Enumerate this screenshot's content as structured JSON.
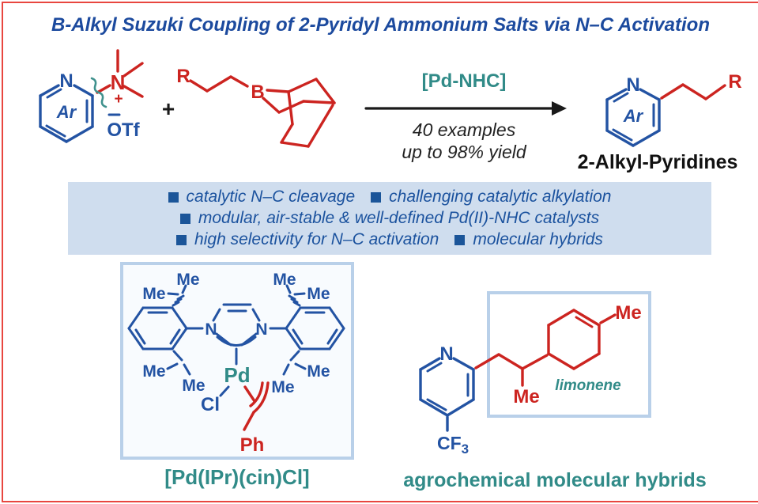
{
  "title": "B-Alkyl Suzuki Coupling of 2-Pyridyl Ammonium Salts via N–C Activation",
  "colors": {
    "accent_blue": "#1c4a9e",
    "structure_blue": "#2353a3",
    "structure_red": "#cc2420",
    "teal": "#318b88",
    "highlight_bg": "#cfddee",
    "frame_red": "#e8463f",
    "panel_border": "#b9d0e9"
  },
  "scheme": {
    "reactant1": {
      "ring_nitrogen": "N",
      "aryl": "Ar",
      "ammonium_nitrogen": "N",
      "plus_charge": "+",
      "counterion": "OTf"
    },
    "plus_sign": "+",
    "reactant2": {
      "r_group": "R",
      "boron": "B"
    },
    "arrow": {
      "catalyst": "[Pd-NHC]",
      "examples": "40 examples",
      "yield": "up to 98% yield"
    },
    "product": {
      "ring_nitrogen": "N",
      "aryl": "Ar",
      "r_group": "R",
      "caption": "2-Alkyl-Pyridines"
    }
  },
  "highlights": {
    "rows": [
      {
        "segments": [
          "catalytic N–C cleavage",
          "challenging catalytic alkylation"
        ]
      },
      {
        "segments": [
          "modular, air-stable & well-defined Pd(II)-NHC catalysts"
        ]
      },
      {
        "segments": [
          "high selectivity for N–C activation",
          "molecular hybrids"
        ]
      }
    ]
  },
  "catalyst": {
    "methyl": "Me",
    "nitrogen": "N",
    "palladium": "Pd",
    "chloride": "Cl",
    "phenyl": "Ph",
    "label": "[Pd(IPr)(cin)Cl]"
  },
  "hybrid": {
    "ring_nitrogen": "N",
    "cf": "CF",
    "cf_subscript": "3",
    "methyl_iso": "Me",
    "methyl_ring": "Me",
    "fragment_label": "limonene",
    "caption": "agrochemical molecular hybrids"
  }
}
